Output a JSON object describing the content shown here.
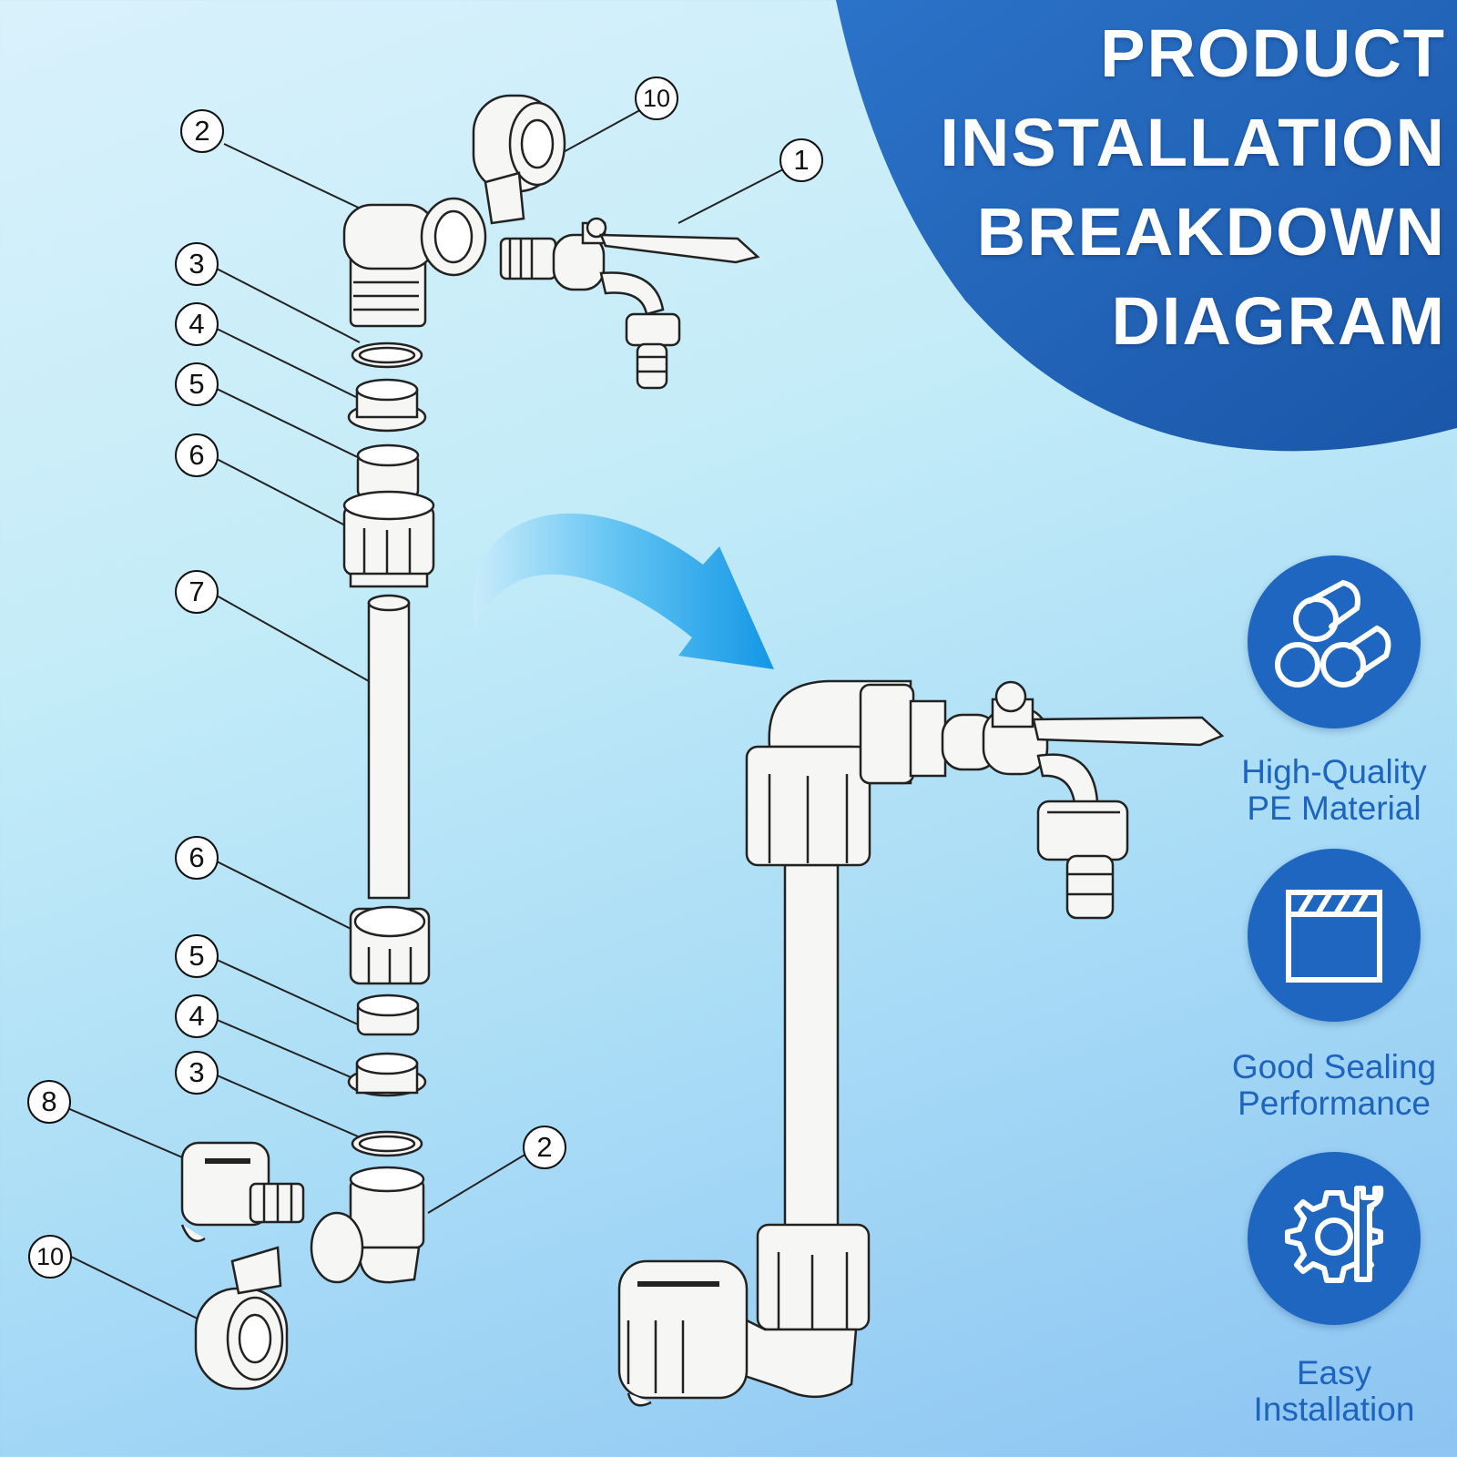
{
  "title": {
    "line1": "PRODUCT",
    "line2": "INSTALLATION",
    "line3": "BREAKDOWN",
    "line4": "DIAGRAM"
  },
  "features": [
    {
      "line1": "High-Quality",
      "line2": "PE Material",
      "icon": "pipes-icon"
    },
    {
      "line1": "Good Sealing",
      "line2": "Performance",
      "icon": "seal-box-icon"
    },
    {
      "line1": "Easy",
      "line2": "Installation",
      "icon": "gear-wrench-icon"
    }
  ],
  "callouts": {
    "c1": "1",
    "c2_top": "2",
    "c3_top": "3",
    "c4_top": "4",
    "c5_top": "5",
    "c6_top": "6",
    "c7": "7",
    "c6_bot": "6",
    "c5_bot": "5",
    "c4_bot": "4",
    "c3_bot": "3",
    "c8": "8",
    "c2_bot": "2",
    "c10_top": "10",
    "c10_bot": "10"
  },
  "colors": {
    "banner": "#1f5fb5",
    "accent_text": "#1c64bf",
    "arrow": "#1a9be8"
  }
}
